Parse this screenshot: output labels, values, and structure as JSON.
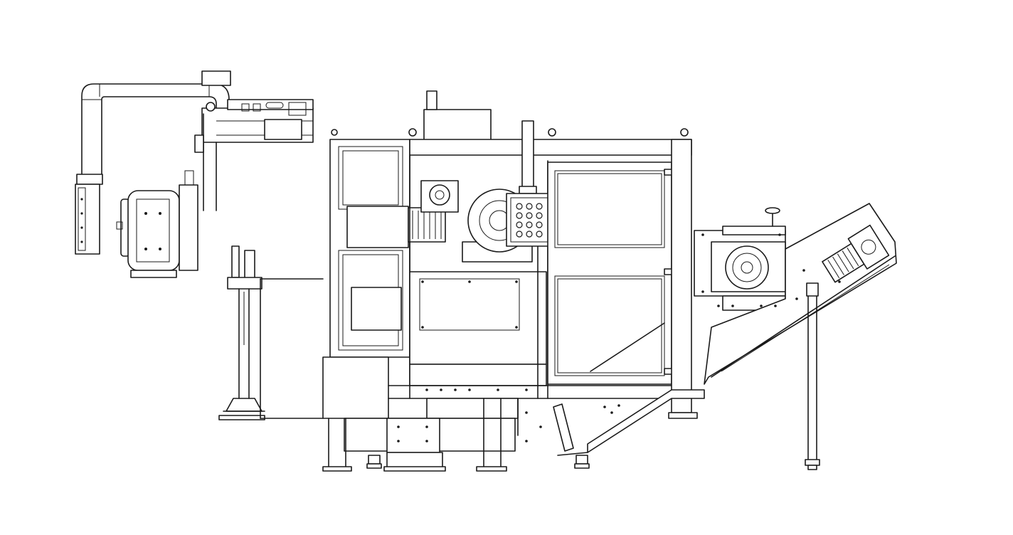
{
  "drawing": {
    "style": "line-art",
    "subject": "industrial-machine-assembly",
    "colors": {
      "line": "#1a1a1a",
      "background": "#ffffff"
    },
    "components": [
      {
        "id": "overhead-pipe-arm",
        "icon": "pipe-arm-icon"
      },
      {
        "id": "left-gear-motor",
        "icon": "gear-motor-icon"
      },
      {
        "id": "upper-rail-frame",
        "icon": "rail-frame-icon"
      },
      {
        "id": "pedestal-valve-stand",
        "icon": "valve-stand-icon"
      },
      {
        "id": "main-machine-frame",
        "icon": "machine-frame-icon"
      },
      {
        "id": "central-gearbox",
        "icon": "gearbox-icon"
      },
      {
        "id": "control-keypad",
        "icon": "keypad-icon"
      },
      {
        "id": "access-panel",
        "icon": "panel-icon"
      },
      {
        "id": "right-enclosure-door",
        "icon": "door-icon"
      },
      {
        "id": "side-drive-unit",
        "icon": "drive-wheel-icon"
      },
      {
        "id": "inclined-conveyor",
        "icon": "conveyor-icon"
      },
      {
        "id": "conveyor-drive-motor",
        "icon": "motor-icon"
      },
      {
        "id": "support-post",
        "icon": "post-icon"
      },
      {
        "id": "base-leveling-feet",
        "icon": "foot-icon"
      }
    ]
  }
}
